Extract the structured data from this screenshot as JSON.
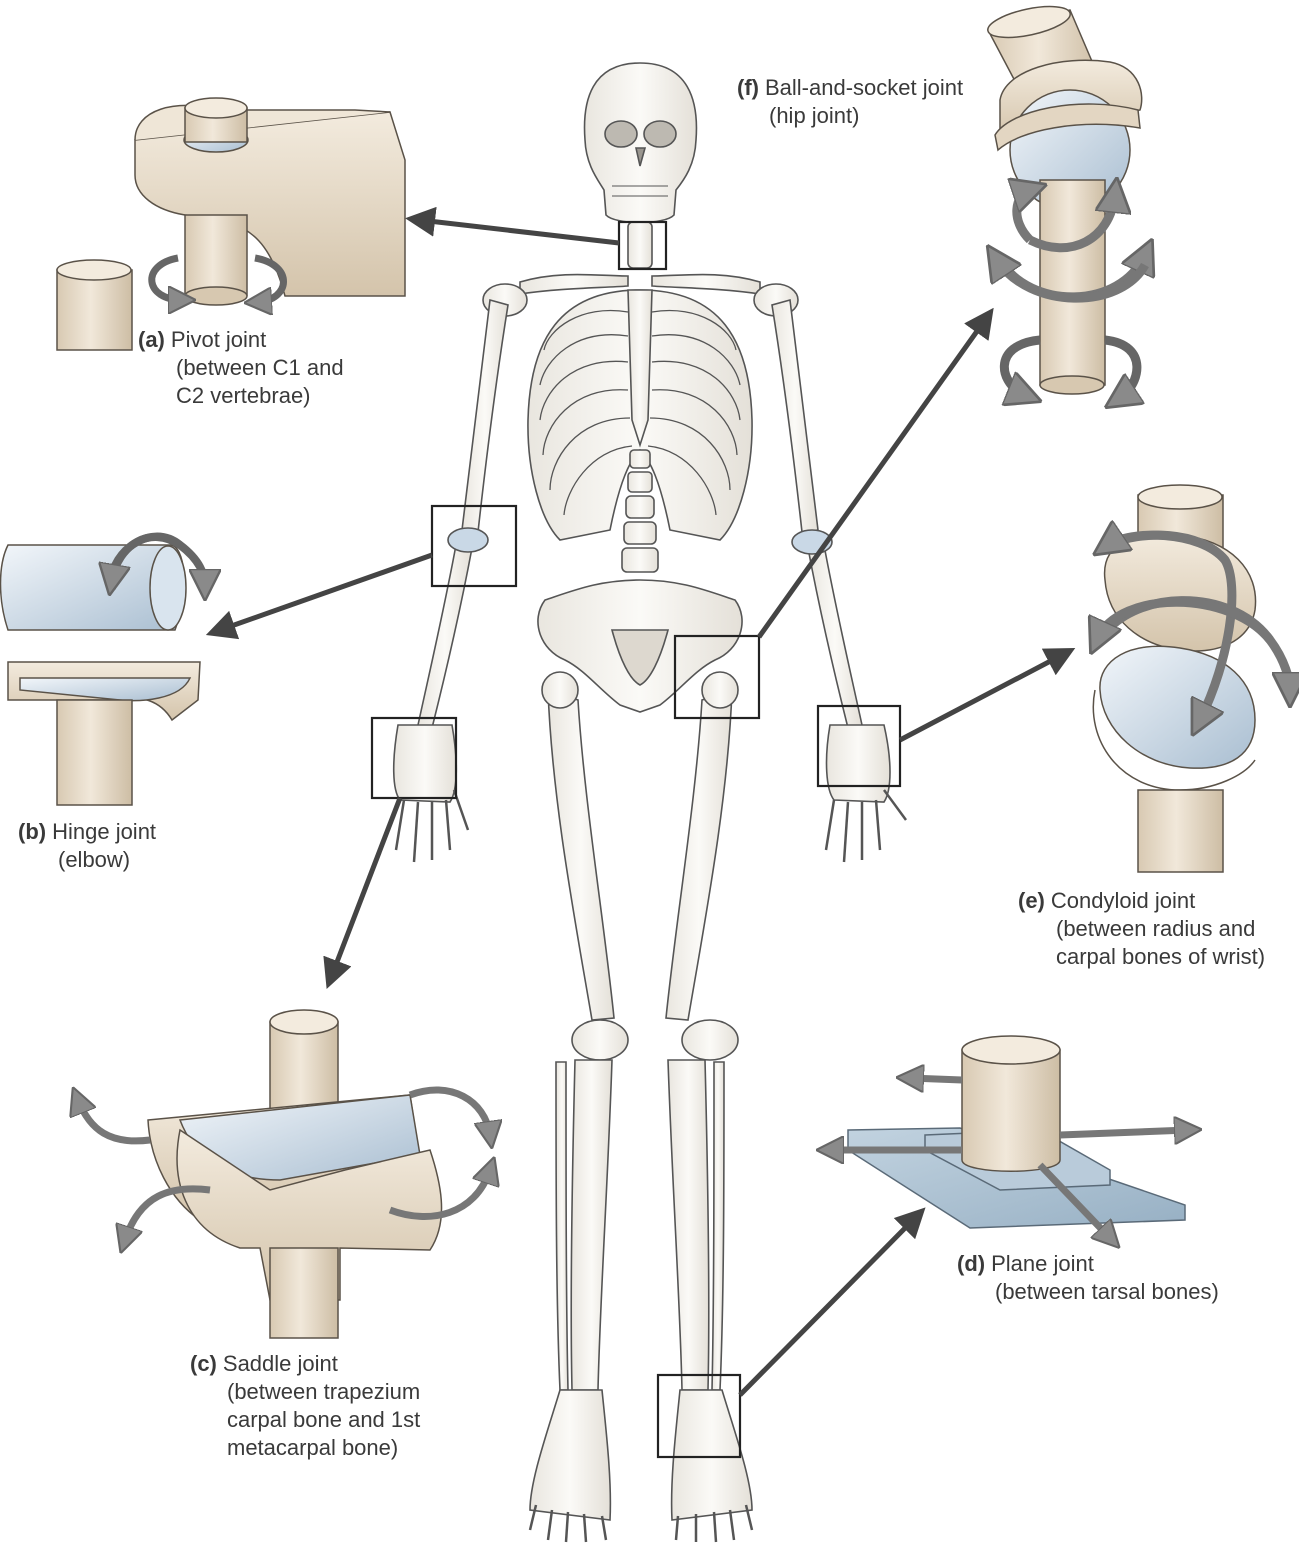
{
  "labels": {
    "a": {
      "letter": "(a)",
      "title": "Pivot joint",
      "lines": [
        "(between C1 and",
        "C2 vertebrae)"
      ]
    },
    "b": {
      "letter": "(b)",
      "title": "Hinge joint",
      "lines": [
        "(elbow)"
      ]
    },
    "c": {
      "letter": "(c)",
      "title": "Saddle joint",
      "lines": [
        "(between trapezium",
        "carpal bone and 1st",
        "metacarpal bone)"
      ]
    },
    "d": {
      "letter": "(d)",
      "title": "Plane joint",
      "lines": [
        "(between tarsal bones)"
      ]
    },
    "e": {
      "letter": "(e)",
      "title": "Condyloid joint",
      "lines": [
        "(between radius and",
        "carpal bones of wrist)"
      ]
    },
    "f": {
      "letter": "(f)",
      "title": "Ball-and-socket joint",
      "lines": [
        "(hip joint)"
      ]
    }
  },
  "colors": {
    "bone": "#f4f3ef",
    "bone_outline": "#555555",
    "joint_model": "#e8dccb",
    "joint_model_shade": "#cfc0a8",
    "cartilage": "#c9d8e6",
    "plane_blue": "#a9bfd1",
    "arrow_dark": "#444444",
    "arrow_gray": "#8a8a8a",
    "box_outline": "#222222"
  },
  "icons": [
    "skeleton-figure",
    "pivot-joint-model",
    "hinge-joint-model",
    "saddle-joint-model",
    "plane-joint-model",
    "condyloid-joint-model",
    "ball-and-socket-joint-model"
  ]
}
